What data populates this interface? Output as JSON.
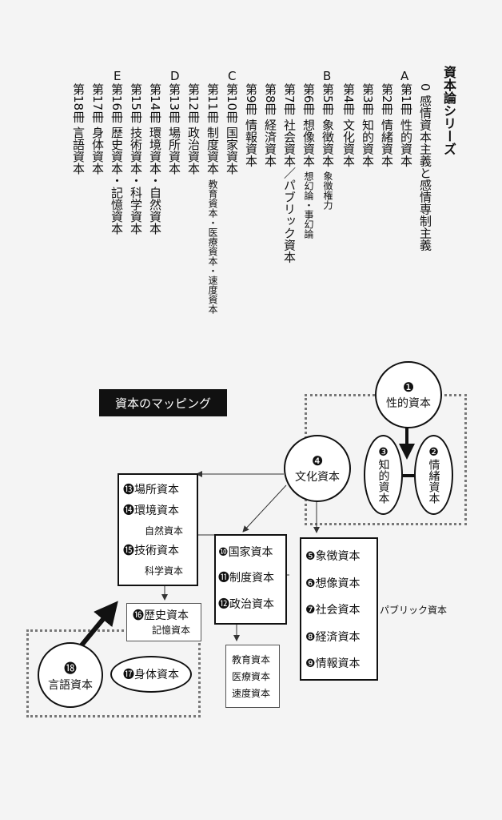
{
  "series": {
    "title": "資本論シリーズ",
    "col0": "0 感情資本主義と感情専制主義",
    "groupA": "A",
    "b1": "第1冊 性的資本",
    "b2": "第2冊 情緒資本",
    "b3": "第3冊 知的資本",
    "b4": "第4冊 文化資本",
    "groupB": "B",
    "b5": "第5冊 象徴資本",
    "b5sub": "象徴権力",
    "b6": "第6冊 想像資本",
    "b6sub": "想幻論・事幻論",
    "b7": "第7冊 社会資本／パブリック資本",
    "b8": "第8冊 経済資本",
    "b9": "第9冊 情報資本",
    "groupC": "C",
    "b10": "第10冊 国家資本",
    "b11": "第11冊 制度資本",
    "b11sub": "教育資本・医療資本・速度資本",
    "b12": "第12冊 政治資本",
    "groupD": "D",
    "b13": "第13冊 場所資本",
    "b14": "第14冊 環境資本・自然資本",
    "b15": "第15冊 技術資本・科学資本",
    "groupE": "E",
    "b16": "第16冊 歴史資本・記憶資本",
    "b17": "第17冊 身体資本",
    "b18": "第18冊 言語資本"
  },
  "mapping": {
    "banner": "資本のマッピング",
    "n1": "❶",
    "c1": "性的資本",
    "n2": "❷",
    "c2": "情緒資本",
    "n3": "❸",
    "c3": "知的資本",
    "n4": "❹",
    "c4": "文化資本",
    "n13": "⓭",
    "c13": "場所資本",
    "n14": "⓮",
    "c14": "環境資本",
    "c14sub": "自然資本",
    "n15": "⓯",
    "c15": "技術資本",
    "c15sub": "科学資本",
    "n10": "❿",
    "c10": "国家資本",
    "n11": "⓫",
    "c11": "制度資本",
    "n12": "⓬",
    "c12": "政治資本",
    "n5": "❺",
    "c5": "象徴資本",
    "n6": "❻",
    "c6": "想像資本",
    "n7": "❼",
    "c7": "社会資本",
    "n8": "❽",
    "c8": "経済資本",
    "n9": "❾",
    "c9": "情報資本",
    "public": "パブリック資本",
    "n16": "⓰",
    "c16": "歴史資本",
    "c16sub": "記憶資本",
    "sub11a": "教育資本",
    "sub11b": "医療資本",
    "sub11c": "速度資本",
    "n18": "⓲",
    "c18": "言語資本",
    "n17": "⓱",
    "c17": "身体資本"
  }
}
